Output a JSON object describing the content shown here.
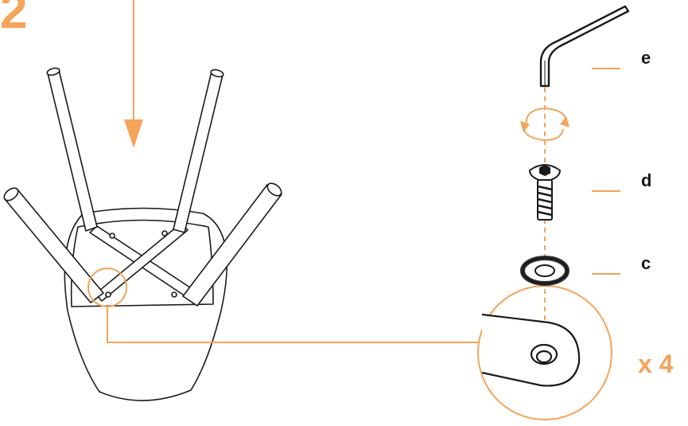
{
  "step_number": "2",
  "parts": [
    {
      "letter": "e",
      "name": "allen-key"
    },
    {
      "letter": "d",
      "name": "screw"
    },
    {
      "letter": "c",
      "name": "washer"
    }
  ],
  "quantity_label": "x 4",
  "colors": {
    "accent": "#f4a45b",
    "line": "#1a1a1a",
    "fill": "#ffffff"
  }
}
